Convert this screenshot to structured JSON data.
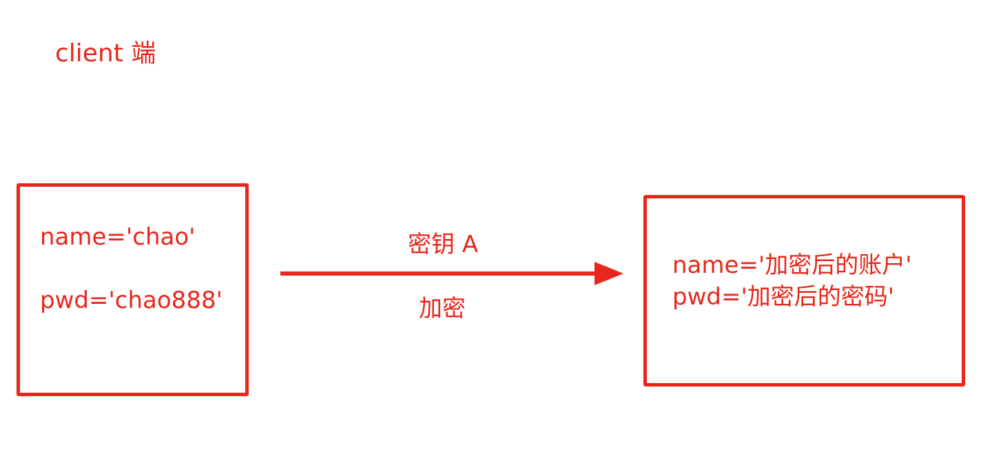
{
  "colors": {
    "accent": "#e8261b",
    "background": "#ffffff"
  },
  "title": "client 端",
  "source_box": {
    "lines": [
      "name='chao'",
      "pwd='chao888'"
    ]
  },
  "arrow": {
    "label_top": "密钥 A",
    "label_bottom": "加密"
  },
  "target_box": {
    "lines": [
      "name='加密后的账户'",
      "pwd='加密后的密码'"
    ]
  }
}
